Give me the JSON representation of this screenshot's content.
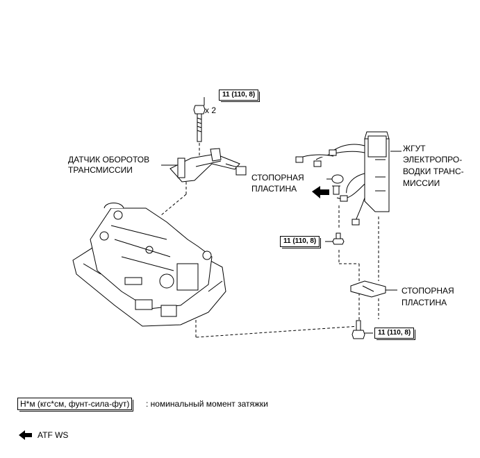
{
  "labels": {
    "torque_top": "11 (110, 8)",
    "multiplier": "x 2",
    "speed_sensor_line1": "ДАТЧИК ОБОРОТОВ",
    "speed_sensor_line2": "ТРАНСМИССИИ",
    "harness_line1": "ЖГУТ",
    "harness_line2": "ЭЛЕКТРОПРО-",
    "harness_line3": "ВОДКИ ТРАНС-",
    "harness_line4": "МИССИИ",
    "stop_plate_upper_line1": "СТОПОРНАЯ",
    "stop_plate_upper_line2": "ПЛАСТИНА",
    "torque_mid": "11 (110, 8)",
    "stop_plate_lower_line1": "СТОПОРНАЯ",
    "stop_plate_lower_line2": "ПЛАСТИНА",
    "torque_bottom": "11 (110, 8)"
  },
  "legend": {
    "unit_box": "Н*м (кгс*см, фунт-сила-фут)",
    "unit_desc": ": номинальный момент затяжки",
    "atf_label": "ATF WS"
  },
  "icons": {
    "apply_arrow": "left-arrow-icon"
  }
}
